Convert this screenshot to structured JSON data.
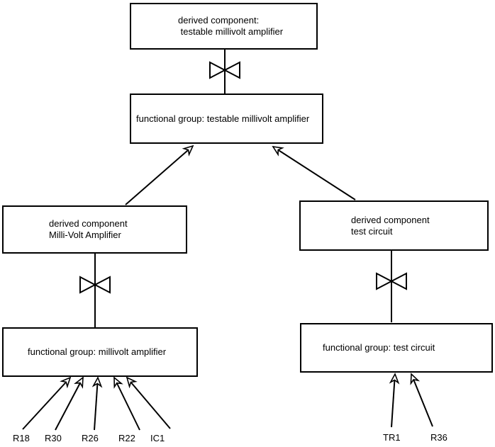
{
  "diagram": {
    "colors": {
      "stroke": "#000000",
      "background": "#ffffff"
    },
    "nodes": {
      "derived_testable": {
        "lines": [
          "derived component:",
          " testable millivolt amplifier"
        ]
      },
      "fg_testable": {
        "lines": [
          "functional group: testable millivolt amplifier"
        ]
      },
      "derived_mv": {
        "lines": [
          "derived component",
          "Milli-Volt Amplifier"
        ]
      },
      "derived_tc": {
        "lines": [
          "derived component",
          "test circuit"
        ]
      },
      "fg_mv": {
        "lines": [
          "functional group: millivolt amplifier"
        ]
      },
      "fg_tc": {
        "lines": [
          "functional group: test circuit"
        ]
      }
    },
    "leaves": {
      "left": [
        "R18",
        "R30",
        "R26",
        "R22",
        "IC1"
      ],
      "right": [
        "TR1",
        "R36"
      ]
    }
  }
}
